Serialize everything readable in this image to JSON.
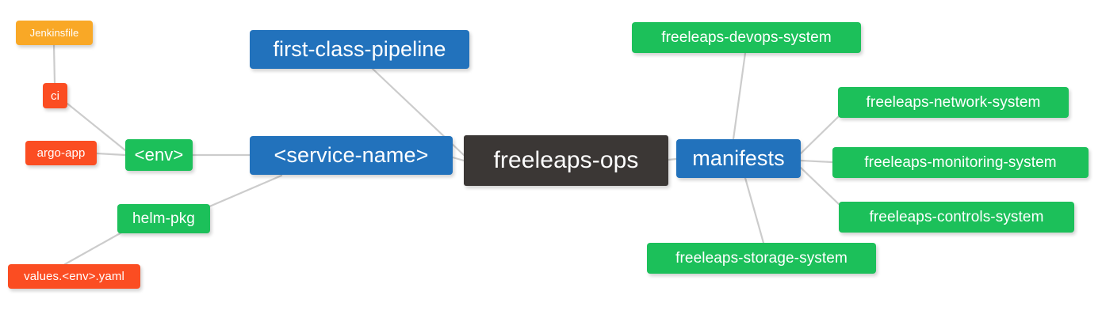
{
  "diagram": {
    "title": "freeleaps-ops repository mindmap",
    "type": "mindmap",
    "background": "#ffffff",
    "edge_color": "#cccccc",
    "palette": {
      "root_dark": "#3b3735",
      "blue": "#2272bc",
      "green": "#1cc05a",
      "red": "#fb4d22",
      "orange": "#f9a826",
      "text": "#ffffff"
    }
  },
  "nodes": {
    "root": {
      "label": "freeleaps-ops"
    },
    "service_name": {
      "label": "<service-name>"
    },
    "first_class_pipeline": {
      "label": "first-class-pipeline"
    },
    "env": {
      "label": "<env>"
    },
    "ci": {
      "label": "ci"
    },
    "jenkinsfile": {
      "label": "Jenkinsfile"
    },
    "argo_app": {
      "label": "argo-app"
    },
    "helm_pkg": {
      "label": "helm-pkg"
    },
    "values_yaml": {
      "label": "values.<env>.yaml"
    },
    "manifests": {
      "label": "manifests"
    },
    "devops_system": {
      "label": "freeleaps-devops-system"
    },
    "network_system": {
      "label": "freeleaps-network-system"
    },
    "monitoring_system": {
      "label": "freeleaps-monitoring-system"
    },
    "controls_system": {
      "label": "freeleaps-controls-system"
    },
    "storage_system": {
      "label": "freeleaps-storage-system"
    }
  },
  "edges": [
    {
      "from": "root",
      "to": "service_name"
    },
    {
      "from": "root",
      "to": "manifests"
    },
    {
      "from": "service_name",
      "to": "first_class_pipeline"
    },
    {
      "from": "service_name",
      "to": "env"
    },
    {
      "from": "service_name",
      "to": "helm_pkg"
    },
    {
      "from": "env",
      "to": "ci"
    },
    {
      "from": "env",
      "to": "argo_app"
    },
    {
      "from": "ci",
      "to": "jenkinsfile"
    },
    {
      "from": "helm_pkg",
      "to": "values_yaml"
    },
    {
      "from": "manifests",
      "to": "devops_system"
    },
    {
      "from": "manifests",
      "to": "network_system"
    },
    {
      "from": "manifests",
      "to": "monitoring_system"
    },
    {
      "from": "manifests",
      "to": "controls_system"
    },
    {
      "from": "manifests",
      "to": "storage_system"
    }
  ]
}
